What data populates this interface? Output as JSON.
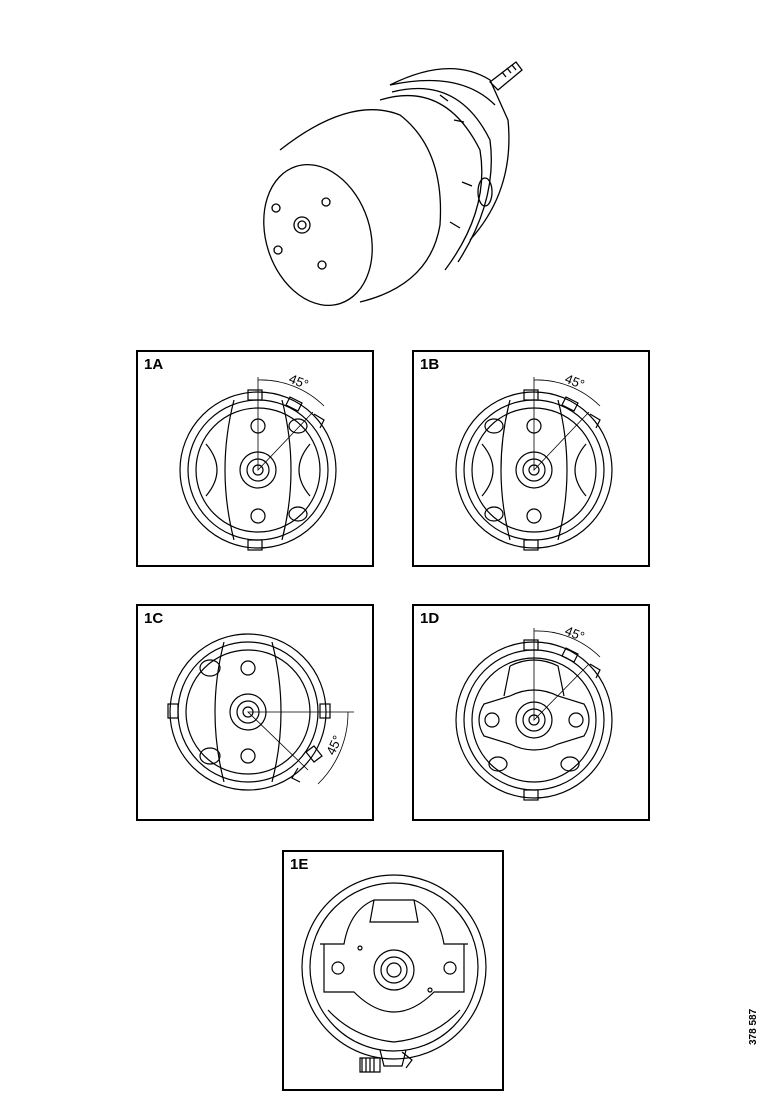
{
  "panels": [
    {
      "label": "1A",
      "angle": "45°"
    },
    {
      "label": "1B",
      "angle": "45°"
    },
    {
      "label": "1C",
      "angle": "45°"
    },
    {
      "label": "1D",
      "angle": "45°"
    },
    {
      "label": "1E"
    }
  ],
  "reference": "378 587",
  "stroke_color": "#000000"
}
